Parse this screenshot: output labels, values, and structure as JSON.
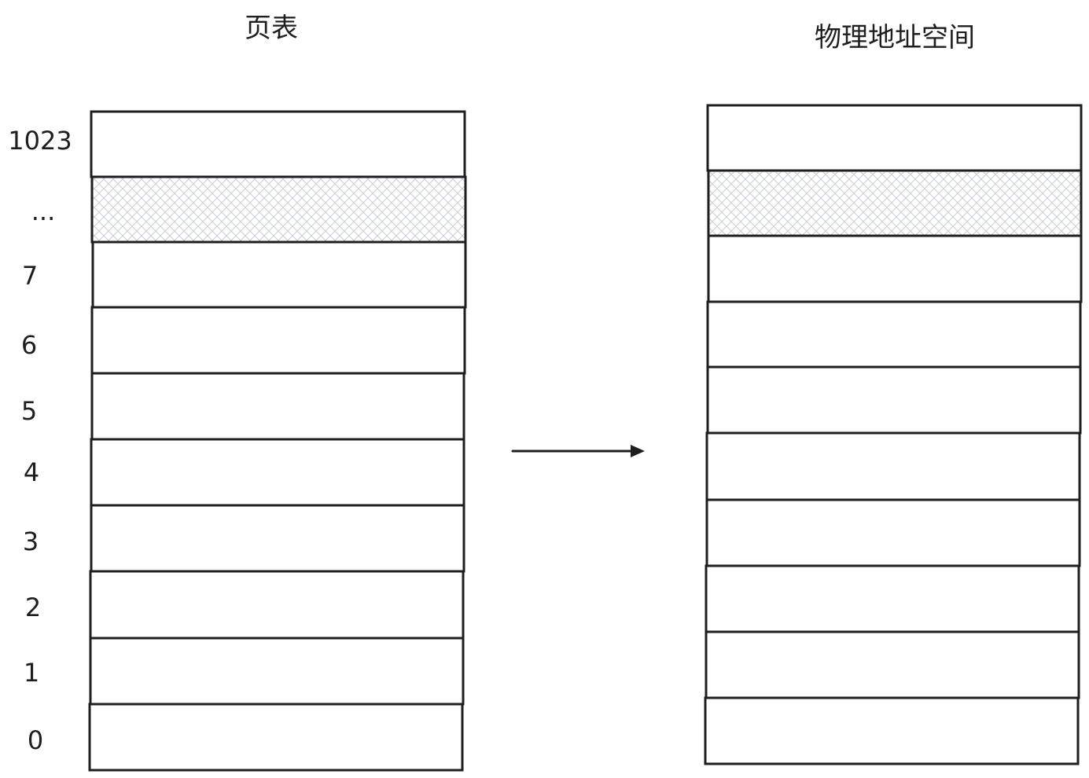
{
  "diagram": {
    "left": {
      "title": "页表",
      "rows": [
        {
          "label": "1023",
          "pattern": "none"
        },
        {
          "label": "...",
          "pattern": "crosshatch"
        },
        {
          "label": "7",
          "pattern": "none"
        },
        {
          "label": "6",
          "pattern": "none"
        },
        {
          "label": "5",
          "pattern": "none"
        },
        {
          "label": "4",
          "pattern": "none"
        },
        {
          "label": "3",
          "pattern": "none"
        },
        {
          "label": "2",
          "pattern": "none"
        },
        {
          "label": "1",
          "pattern": "none"
        },
        {
          "label": "0",
          "pattern": "none"
        }
      ]
    },
    "right": {
      "title": "物理地址空间",
      "rows": [
        {
          "pattern": "none"
        },
        {
          "pattern": "crosshatch"
        },
        {
          "pattern": "none"
        },
        {
          "pattern": "none"
        },
        {
          "pattern": "none"
        },
        {
          "pattern": "none"
        },
        {
          "pattern": "none"
        },
        {
          "pattern": "none"
        },
        {
          "pattern": "none"
        },
        {
          "pattern": "none"
        }
      ]
    },
    "arrow": {
      "direction": "right"
    }
  },
  "colors": {
    "stroke": "#1e1e1e",
    "hatch": "#c9ccd1",
    "background": "#ffffff"
  }
}
